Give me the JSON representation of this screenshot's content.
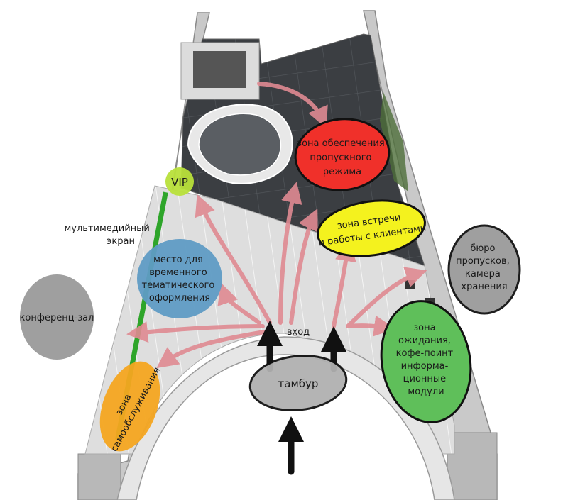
{
  "zones": {
    "security": {
      "lines": [
        "зона обеспечения",
        "пропускного",
        "режима"
      ],
      "color": "#f0302a"
    },
    "vip": {
      "lines": [
        "VIP"
      ],
      "color": "#b8e03a"
    },
    "meeting": {
      "lines": [
        "зона встречи",
        "и работы с клиентами"
      ],
      "color": "#f4f21e"
    },
    "bureau": {
      "lines": [
        "бюро",
        "пропусков,",
        "камера",
        "хранения"
      ],
      "color": "#9a9a9a"
    },
    "exhibit": {
      "lines": [
        "место для",
        "временного",
        "тематического",
        "оформления"
      ],
      "color": "#5f9bc4"
    },
    "conference": {
      "lines": [
        "конференц-зал"
      ],
      "color": "#9a9a9a"
    },
    "waiting": {
      "lines": [
        "зона",
        "ожидания,",
        "кофе-поинт",
        "информа-",
        "ционные",
        "модули"
      ],
      "color": "#5fbf5a"
    },
    "selfservice": {
      "lines": [
        "зона",
        "самообслуживания"
      ],
      "color": "#f4a520"
    },
    "vestibule": {
      "lines": [
        "тамбур"
      ],
      "color": "#b0b0b0"
    }
  },
  "labels": {
    "entrance": "вход",
    "screen": [
      "мультимедийный",
      "экран"
    ]
  }
}
